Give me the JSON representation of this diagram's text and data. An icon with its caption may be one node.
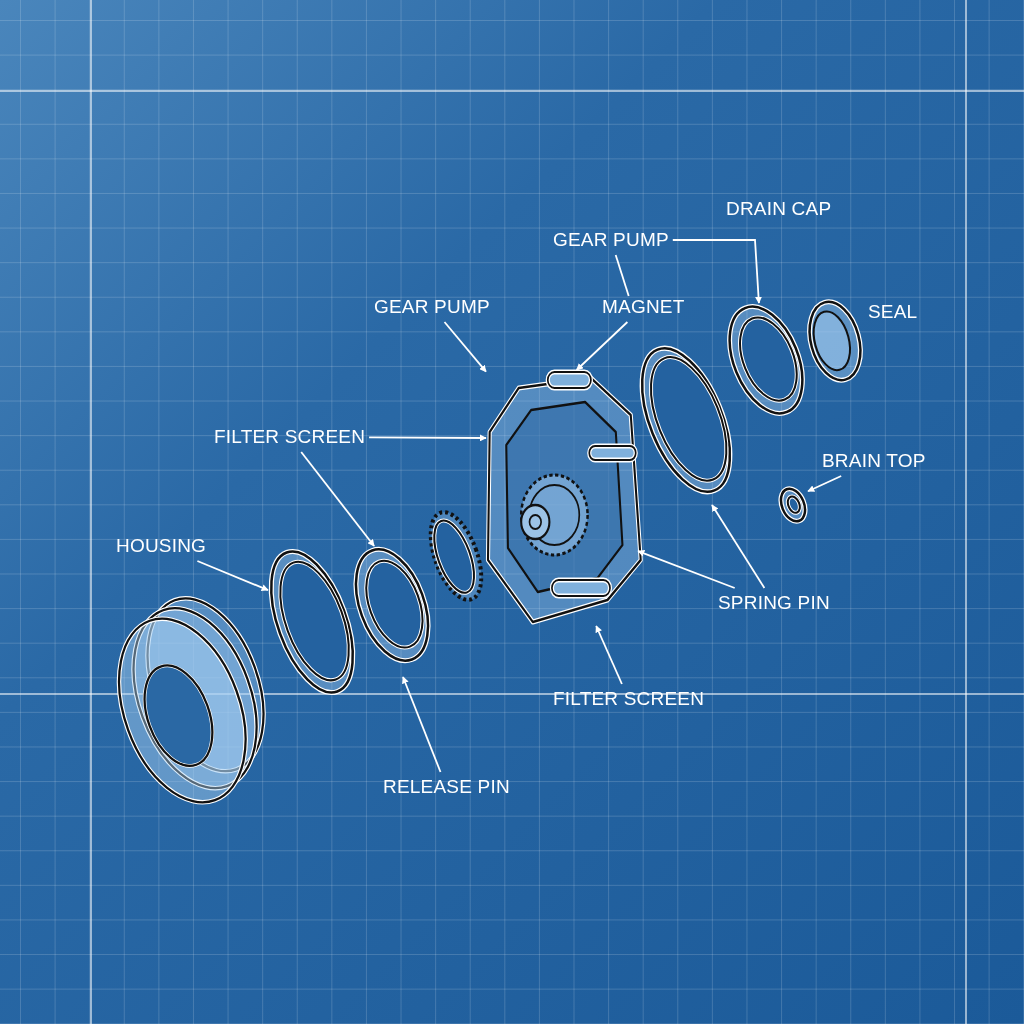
{
  "diagram": {
    "nodes": [
      {
        "text": [
          "GEAR PUMP"
        ]
      },
      {
        "text": [
          "GEAR PUMP"
        ]
      },
      {
        "text": [
          "MAGNET"
        ]
      },
      {
        "text": [
          "FILTER SCREEN"
        ]
      },
      {
        "text": [
          "BRAIN TOP"
        ]
      },
      {
        "text": [
          "HOUSING"
        ]
      },
      {
        "text": [
          "SPRING PIN"
        ]
      },
      {
        "text": [
          "FILTER SCREEN"
        ]
      },
      {
        "text": [
          "RELEASE PIN"
        ]
      },
      {
        "text": [],
        "shape": "picture"
      },
      {
        "text": [],
        "shape": "ring"
      },
      {
        "text": [],
        "shape": "ring"
      },
      {
        "text": [],
        "shape": "ring"
      },
      {
        "text": [],
        "shape": "ring"
      },
      {
        "text": [],
        "shape": "ring"
      }
    ],
    "edges": [
      {
        "from": 1,
        "to": 9,
        "arrow": "to"
      },
      {
        "from": 2,
        "to": 9,
        "arrow": "to"
      },
      {
        "from": 0,
        "to": 2,
        "arrow": "none"
      },
      {
        "from": 0,
        "to": 13,
        "arrow": "to"
      },
      {
        "from": 3,
        "to": 9,
        "arrow": "to"
      },
      {
        "from": 3,
        "to": 11,
        "arrow": "to"
      },
      {
        "from": 4,
        "to": 14,
        "arrow": "to"
      },
      {
        "from": 5,
        "to": 10,
        "arrow": "to"
      },
      {
        "from": 6,
        "to": 9,
        "arrow": "to"
      },
      {
        "from": 6,
        "to": 12,
        "arrow": "to"
      },
      {
        "from": 7,
        "to": 9,
        "arrow": "to"
      },
      {
        "from": 8,
        "to": 11,
        "arrow": "to"
      }
    ],
    "labels": [
      "DRAIN CAP",
      "SEAL"
    ]
  }
}
